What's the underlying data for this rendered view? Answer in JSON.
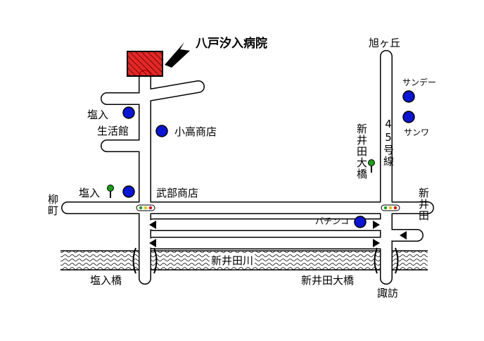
{
  "map": {
    "title": "八戸汐入病院",
    "north_label": "旭ヶ丘",
    "route_label": "45号線",
    "river_label": "新井田川",
    "bridges": {
      "west": "塩入橋",
      "east": "新井田大橋"
    },
    "places": {
      "shioiri": "塩入",
      "seikatsukan": "生活館",
      "kotaka": "小高商店",
      "shioiri_bus": "塩入",
      "buben": "武部商店",
      "yanagimachi": "柳町",
      "niida_ohashi": "新井田大橋",
      "sunday": "サンデー",
      "sanwa": "サンワ",
      "pachinko": "パチンコ",
      "niida": "新井田",
      "suwa": "諏訪"
    },
    "colors": {
      "hospital": "#e10000",
      "marker": "#0a14d6",
      "signal_green": "#16a016",
      "signal_red": "#d41010",
      "road_outline": "#000000",
      "river_hatch": "#000000"
    },
    "icons": {
      "hospital": "hospital-building-icon",
      "arrow": "pointer-arrow-icon",
      "shop": "blue-dot-icon",
      "bus": "bus-stop-tree-icon",
      "signal": "traffic-signal-icon"
    }
  }
}
